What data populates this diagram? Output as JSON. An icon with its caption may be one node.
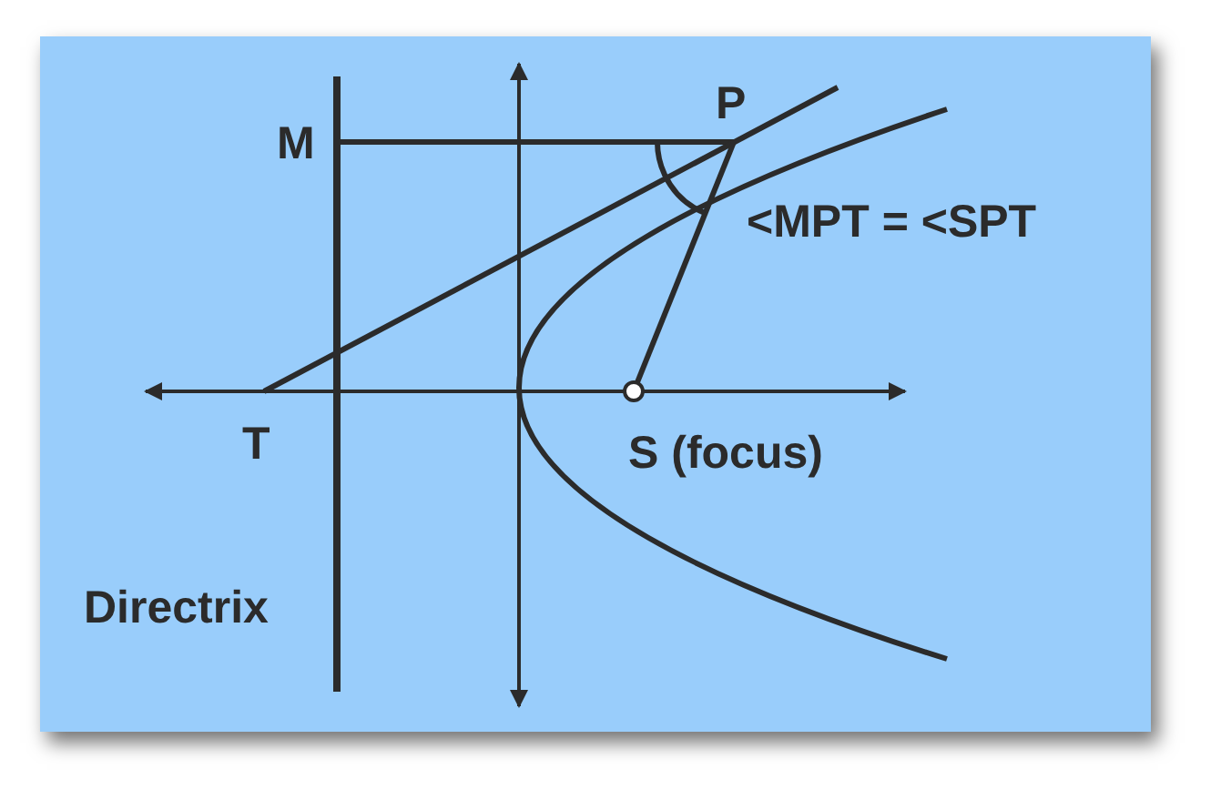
{
  "diagram": {
    "labels": [
      "M",
      "P",
      "<MPT = <SPT",
      "T",
      "S (focus)",
      "Directrix"
    ]
  }
}
